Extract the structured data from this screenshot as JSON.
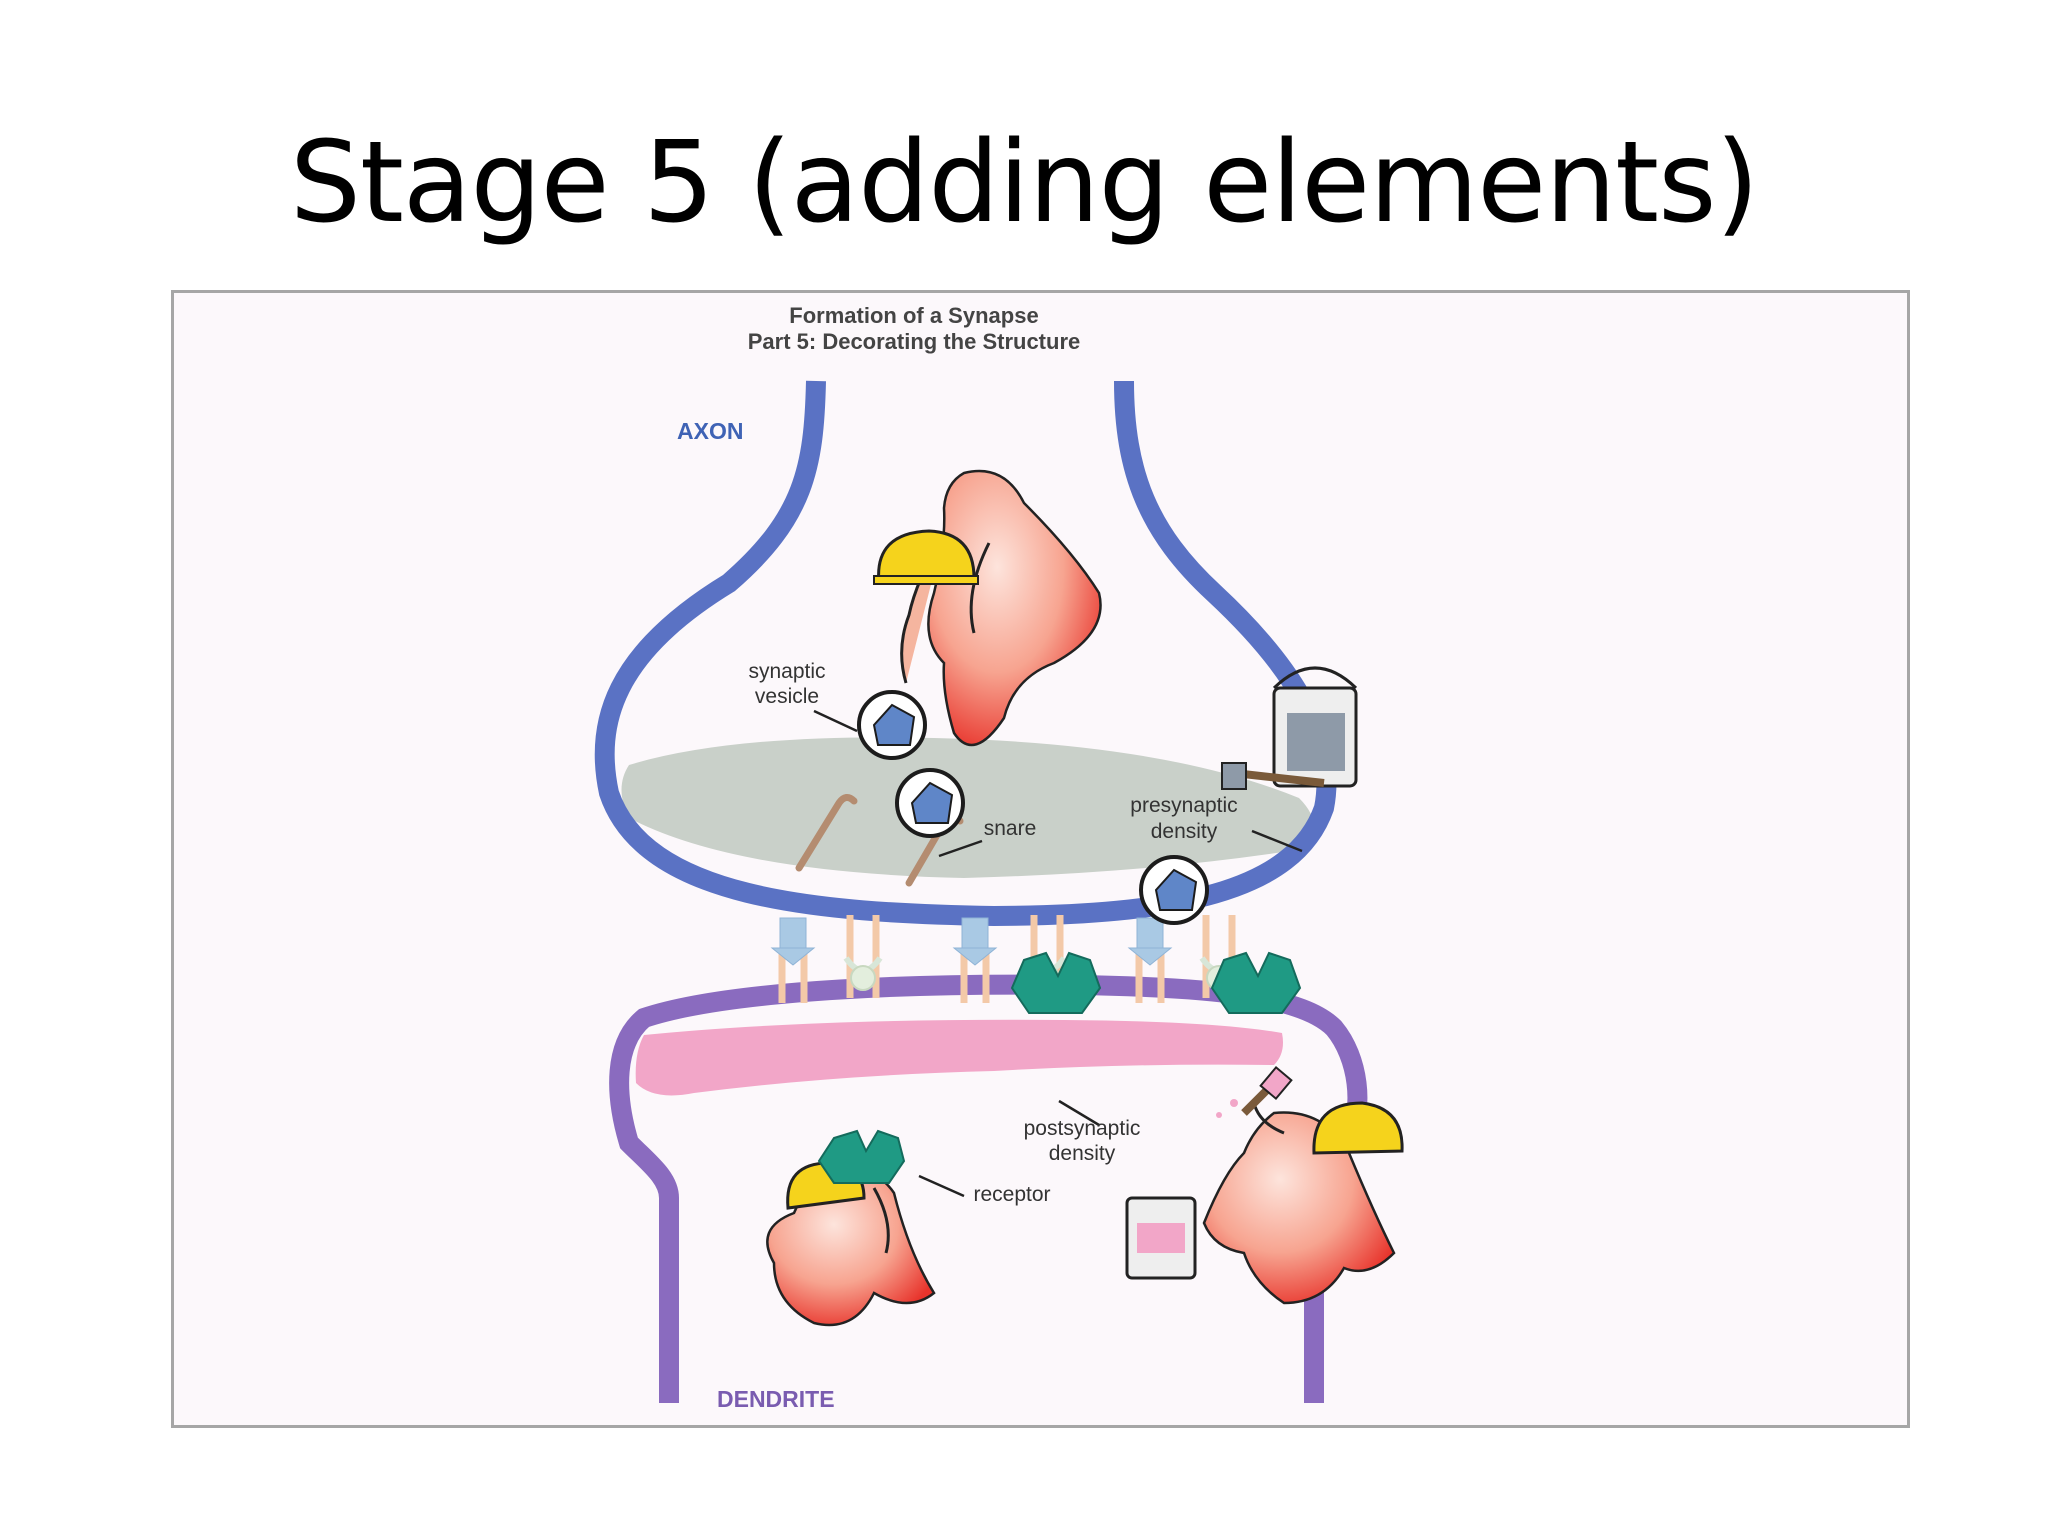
{
  "slide": {
    "title": "Stage 5 (adding elements)"
  },
  "figure": {
    "title_line1": "Formation of a Synapse",
    "title_line2": "Part 5: Decorating the Structure",
    "labels": {
      "axon": "AXON",
      "dendrite": "DENDRITE",
      "synaptic_vesicle_line1": "synaptic",
      "synaptic_vesicle_line2": "vesicle",
      "snare": "snare",
      "presynaptic_density_line1": "presynaptic",
      "presynaptic_density_line2": "density",
      "postsynaptic_density_line1": "postsynaptic",
      "postsynaptic_density_line2": "density",
      "receptor": "receptor"
    },
    "colors": {
      "axon_membrane": "#5a72c4",
      "dendrite_membrane": "#8a6bbf",
      "presynaptic_density": "#c9d0c9",
      "postsynaptic_density": "#f2a6c8",
      "receptor": "#1f9a84",
      "worker": "#ef6a5a",
      "hard_hat": "#f5d31c",
      "axon_label": "#3f63b5",
      "dendrite_label": "#7a5cb0"
    }
  }
}
